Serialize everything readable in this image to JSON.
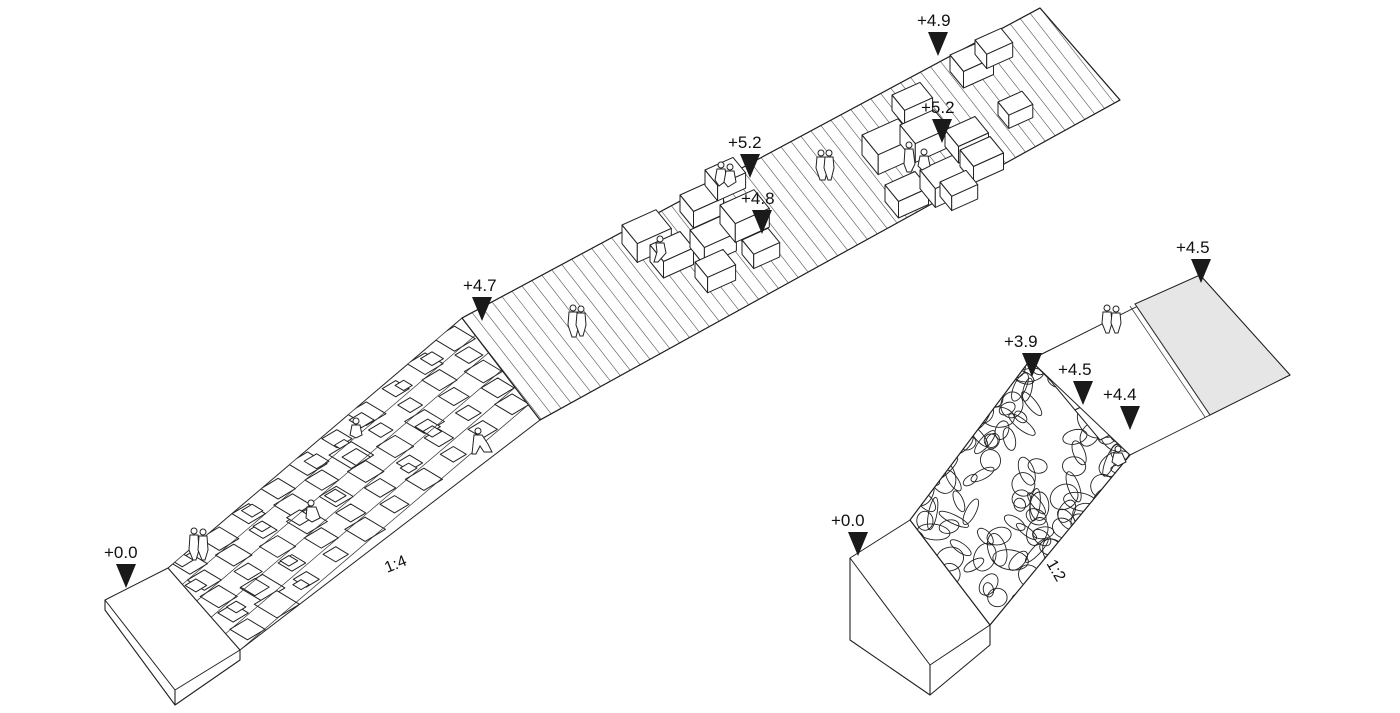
{
  "left_ramp": {
    "slope": "1:4",
    "elevations": [
      "+0.0",
      "+4.7",
      "+5.2",
      "+4.8",
      "+5.2",
      "+4.9"
    ]
  },
  "right_ramp": {
    "slope": "1:2",
    "elevations": [
      "+0.0",
      "+3.9",
      "+4.5",
      "+4.4",
      "+4.5"
    ]
  },
  "colors": {
    "line": "#222222",
    "marker": "#1a1a1a",
    "shaded_platform": "#e6e6e6"
  }
}
